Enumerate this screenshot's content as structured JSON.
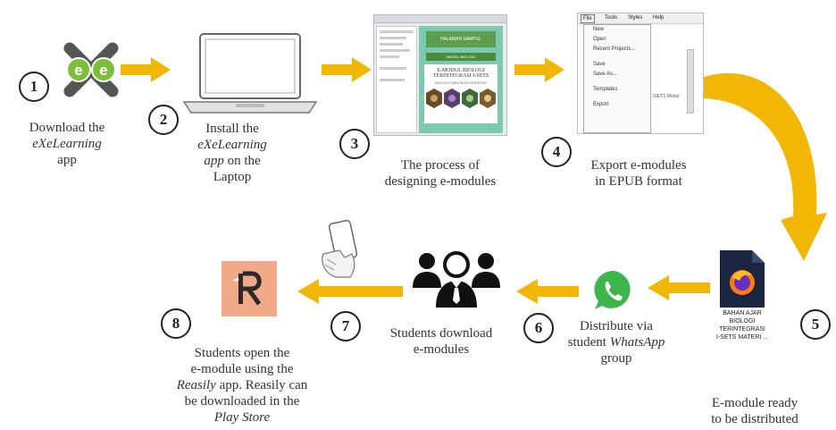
{
  "steps": [
    {
      "num": "1",
      "caption_parts": [
        "Download the",
        "eXeLearning",
        "app"
      ]
    },
    {
      "num": "2",
      "caption_parts": [
        "Install the",
        "eXeLearning",
        "app",
        " on the",
        "Laptop"
      ]
    },
    {
      "num": "3",
      "caption_lines": [
        "The process of",
        "designing e-modules"
      ]
    },
    {
      "num": "4",
      "caption_lines": [
        "Export e-modules",
        "in EPUB format"
      ]
    },
    {
      "num": "5",
      "caption_lines": [
        "E-module ready",
        "to be distributed"
      ]
    },
    {
      "num": "6",
      "caption_parts": [
        "Distribute via",
        "student ",
        "WhatsApp",
        "group"
      ]
    },
    {
      "num": "7",
      "caption_lines": [
        "Students download",
        "e-modules"
      ]
    },
    {
      "num": "8",
      "caption_parts": [
        "Students open the",
        "e-module using the",
        "Reasily",
        " app. Reasily can",
        "be downloaded in the",
        "Play Store"
      ]
    }
  ],
  "screenshot3": {
    "banner": "HALAMAN SAMPUL",
    "subbanner": "MODUL BIOLOGI",
    "title_lines": [
      "E-MODUL BIOLOGI",
      "TERINTEGRASI I-SETS"
    ],
    "small": "BIOLOGI DAN BIODIVERSITAS"
  },
  "screenshot4": {
    "menubar": [
      "File",
      "Tools",
      "Styles",
      "Help"
    ],
    "menu_items": [
      "New",
      "Open",
      "Recent Projects...",
      "Save",
      "Save As...",
      "Templates",
      "Export"
    ],
    "side_text": "ISETS Modul"
  },
  "file_icon": {
    "label_lines": [
      "BAHAN AJAR",
      "BIOLOGI",
      "TERINTEGRASI",
      "I-SETS MATERI ..."
    ]
  },
  "reasily_logo": "R",
  "colors": {
    "arrow": "#F2B705",
    "exe_green": "#7DBE3A",
    "whatsapp": "#3CB54A",
    "reasily_bg": "#F2A98A",
    "module_green": "#5A9E4B"
  }
}
